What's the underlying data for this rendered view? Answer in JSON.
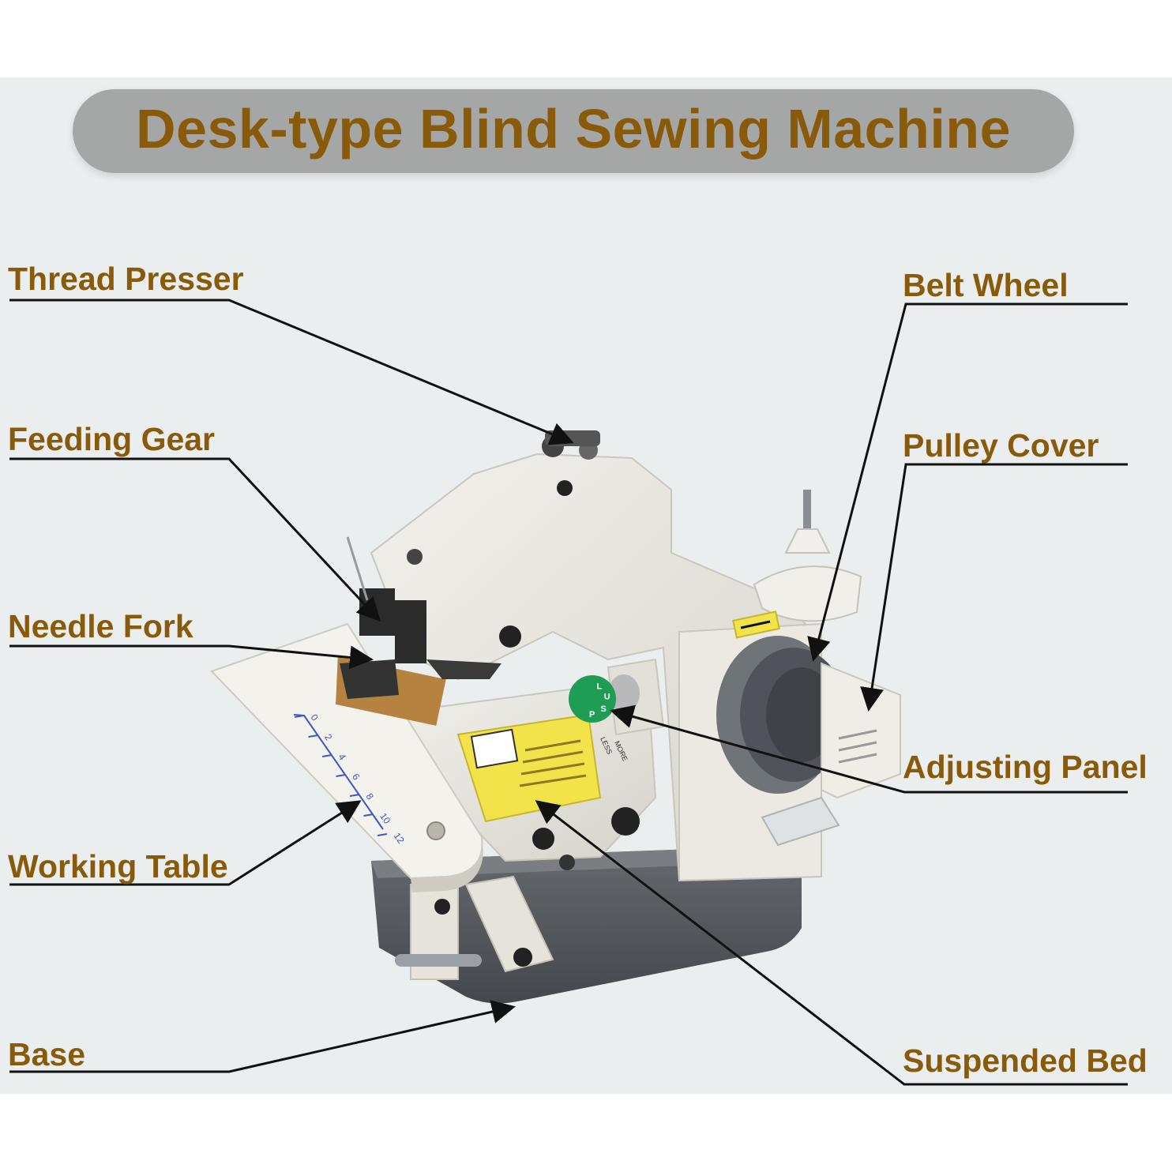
{
  "title": "Desk-type Blind Sewing Machine",
  "colors": {
    "label_text": "#8a5a0b",
    "title_pill": "#a5a7a6",
    "background": "#eaeeee",
    "leader_lines": "#111111",
    "machine_body": "#e8e6df",
    "base_plate": "#55595d",
    "belt_wheel": "#6f7478",
    "dial": "#1f9d55",
    "warning_label": "#f2e34a"
  },
  "labels": [
    {
      "id": "thread-presser",
      "text": "Thread Presser"
    },
    {
      "id": "feeding-gear",
      "text": "Feeding Gear"
    },
    {
      "id": "needle-fork",
      "text": "Needle Fork"
    },
    {
      "id": "working-table",
      "text": "Working Table"
    },
    {
      "id": "base",
      "text": "Base"
    },
    {
      "id": "belt-wheel",
      "text": "Belt Wheel"
    },
    {
      "id": "pulley-cover",
      "text": "Pulley Cover"
    },
    {
      "id": "adjusting-panel",
      "text": "Adjusting Panel"
    },
    {
      "id": "suspended-bed",
      "text": "Suspended Bed"
    }
  ],
  "ruler": {
    "ticks": [
      "0",
      "2",
      "4",
      "6",
      "8",
      "10",
      "12"
    ]
  },
  "dial": {
    "letters": [
      "L",
      "U",
      "S",
      "P"
    ]
  },
  "plate_text": {
    "less": "LESS",
    "more": "MORE"
  }
}
